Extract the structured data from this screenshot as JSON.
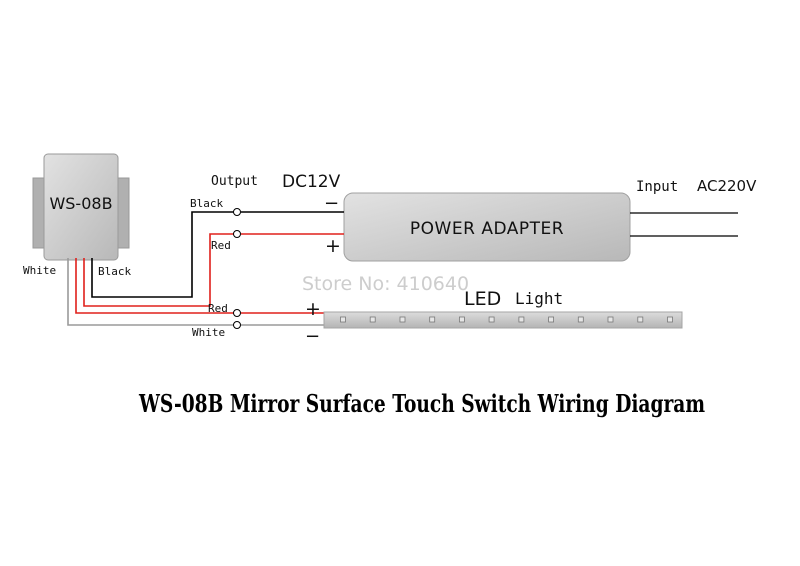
{
  "switch": {
    "label": "WS-08B"
  },
  "adapter": {
    "label": "POWER ADAPTER"
  },
  "output": {
    "prefix": "Output",
    "voltage": "DC12V"
  },
  "input": {
    "prefix": "Input",
    "voltage": "AC220V"
  },
  "led": {
    "prefix": "LED",
    "suffix": "Light",
    "chip_count": 12
  },
  "watermark": "Store No: 410640",
  "wires": {
    "black_top": "Black",
    "red_top": "Red",
    "white_left": "White",
    "black_left": "Black",
    "red_bottom": "Red",
    "white_bottom": "White"
  },
  "polarity": {
    "adapter_minus": "−",
    "adapter_plus": "+",
    "led_plus": "+",
    "led_minus": "−"
  },
  "caption": "WS-08B Mirror Surface Touch Switch Wiring Diagram",
  "colors": {
    "wire_red": "#e0201c",
    "wire_black": "#000000",
    "wire_white": "#9a9a9a",
    "box_fill": "#c8c8c8",
    "led_strip": "#c9c9c9"
  }
}
